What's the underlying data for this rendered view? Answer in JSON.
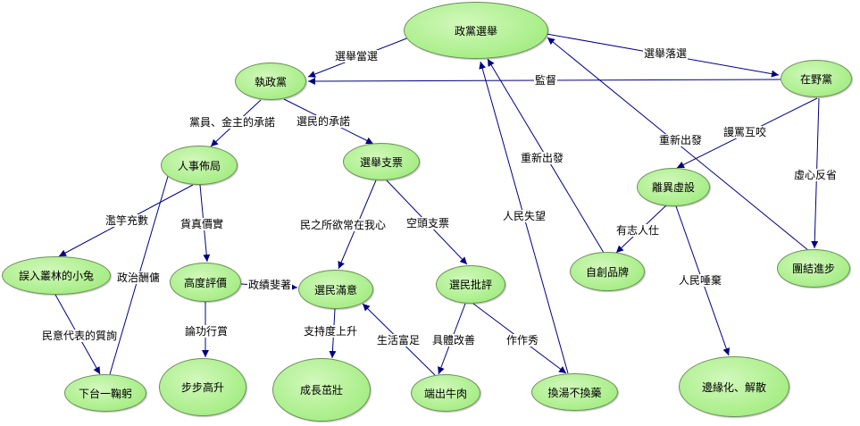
{
  "diagram": {
    "nodes": {
      "party_election": "政黨選舉",
      "ruling_party": "執政黨",
      "opposition_party": "在野黨",
      "personnel": "人事佈局",
      "campaign_promises": "選舉支票",
      "split": "離異虛設",
      "lost_rabbit": "誤入叢林的小兔",
      "high_praise": "高度評價",
      "voters_satisfied": "選民滿意",
      "voters_criticize": "選民批評",
      "own_brand": "自創品牌",
      "unity": "團結進步",
      "step_down": "下台一鞠躬",
      "promoted": "步步高升",
      "growth": "成長茁壯",
      "deliver": "端出牛肉",
      "same_old": "換湯不換藥",
      "marginalized": "邊緣化、解散"
    },
    "edge_labels": [
      "選舉當選",
      "選舉落選",
      "監督",
      "黨員、金主的承諾",
      "選民的承諾",
      "濫竽充數",
      "貨真價實",
      "政治酬傭",
      "民意代表的質詢",
      "論功行賞",
      "政績斐著",
      "民之所欲常在我心",
      "空頭支票",
      "支持度上升",
      "生活富足",
      "具體改善",
      "作作秀",
      "人民失望",
      "重新出發",
      "重新出發",
      "謾罵互咬",
      "虛心反省",
      "有志人仕",
      "人民唾棄"
    ]
  },
  "colors": {
    "node_fill": "#a8ee88",
    "node_fill_light": "#d2f8bc",
    "node_stroke": "#6c8f58",
    "edge": "#000080"
  }
}
